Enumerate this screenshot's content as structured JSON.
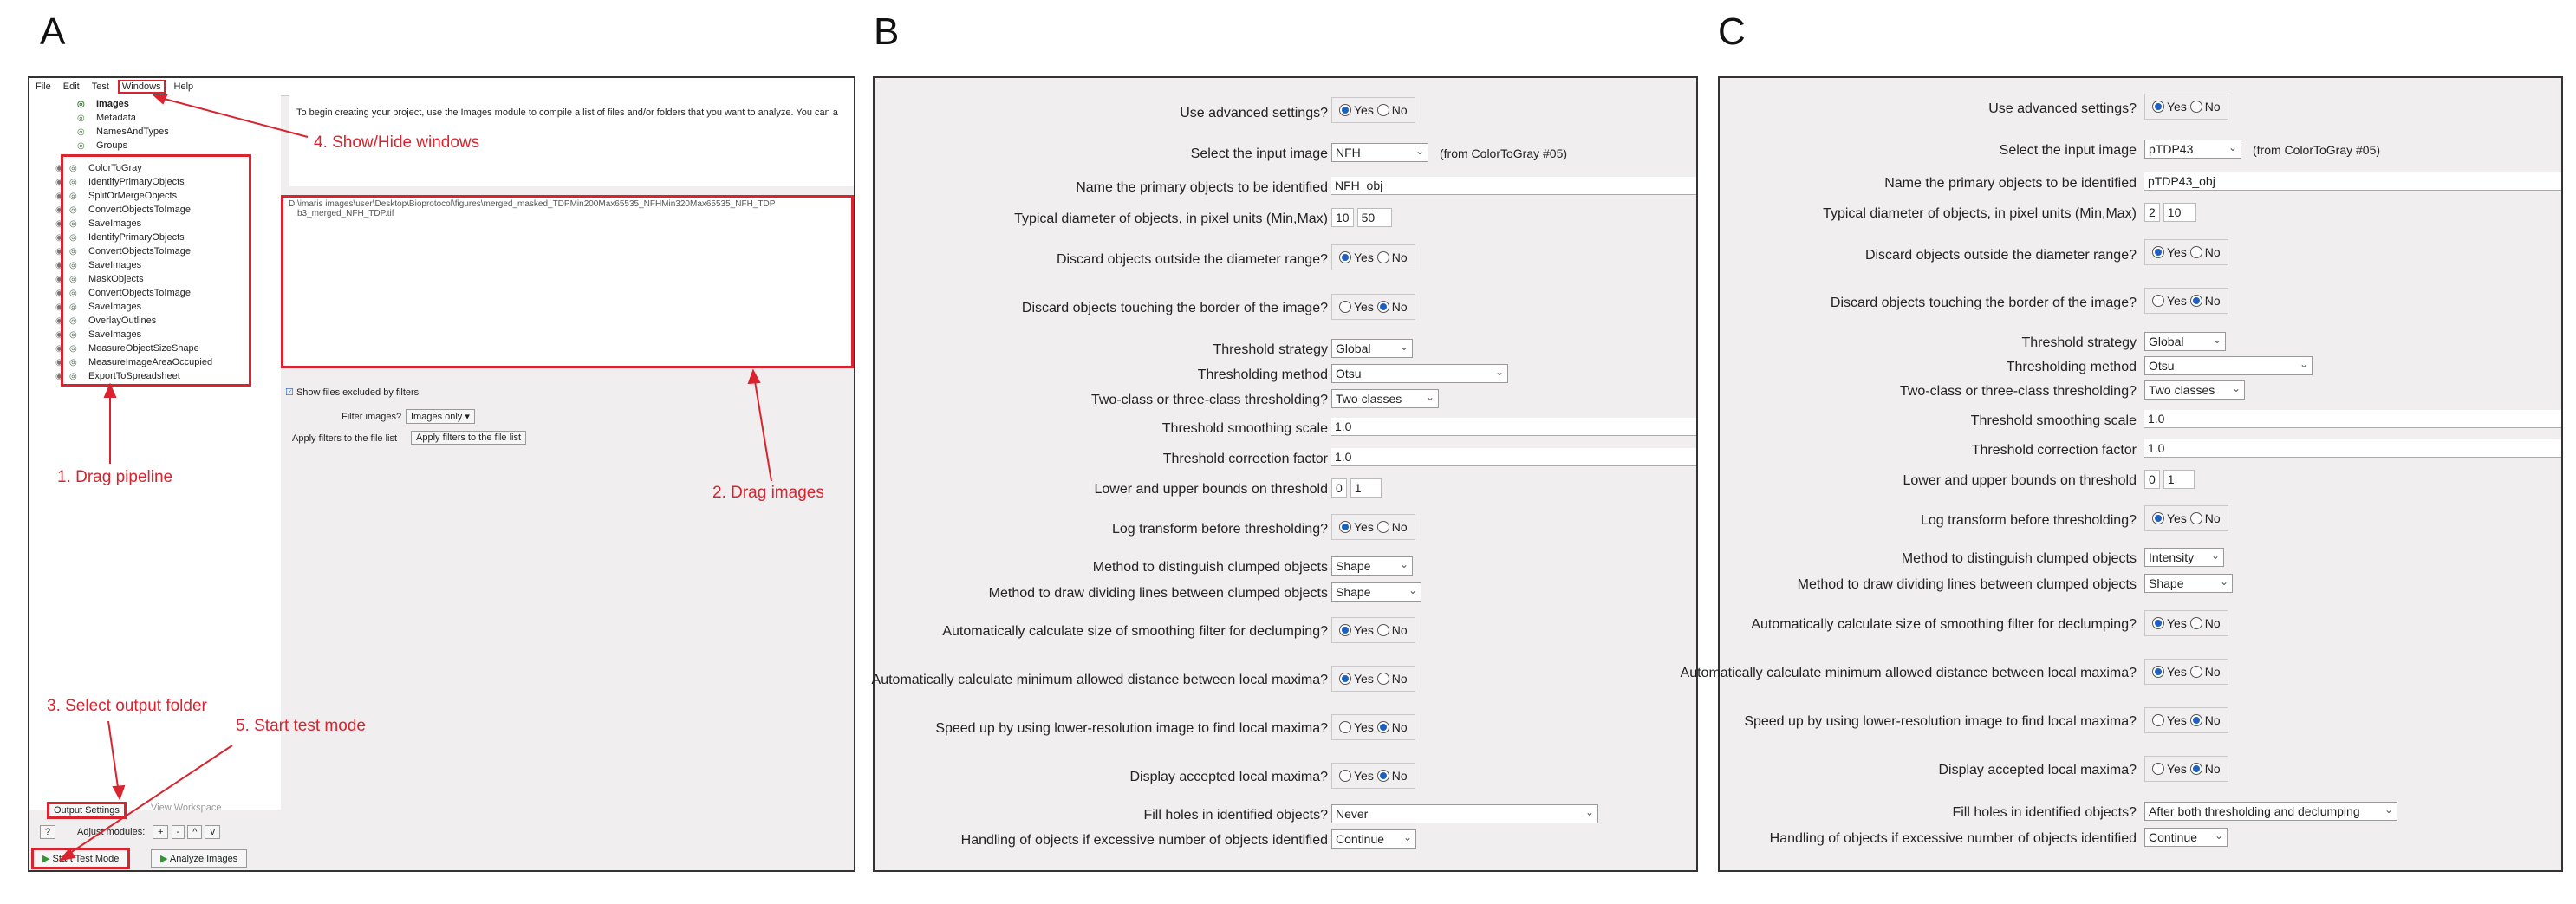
{
  "panels": {
    "a": "A",
    "b": "B",
    "c": "C"
  },
  "panelA": {
    "menu": [
      "File",
      "Edit",
      "Test",
      "Windows",
      "Help"
    ],
    "input_modules": [
      "Images",
      "Metadata",
      "NamesAndTypes",
      "Groups"
    ],
    "modules": [
      "ColorToGray",
      "IdentifyPrimaryObjects",
      "SplitOrMergeObjects",
      "ConvertObjectsToImage",
      "SaveImages",
      "IdentifyPrimaryObjects",
      "ConvertObjectsToImage",
      "SaveImages",
      "MaskObjects",
      "ConvertObjectsToImage",
      "SaveImages",
      "OverlayOutlines",
      "SaveImages",
      "MeasureObjectSizeShape",
      "MeasureImageAreaOccupied",
      "ExportToSpreadsheet"
    ],
    "instructions": "To begin creating your project, use the Images module to compile a list of files and/or folders that you want to analyze. You can a",
    "file_path": "D:\\imaris images\\user\\Desktop\\Bioprotocol\\figures\\merged_masked_TDPMin200Max65535_NFHMin320Max65535_NFH_TDP",
    "file_name": "b3_merged_NFH_TDP.tif",
    "show_excluded": "Show files excluded by filters",
    "filter_label": "Filter images?",
    "filter_value": "Images only",
    "apply_label": "Apply filters to the file list",
    "apply_button": "Apply filters to the file list",
    "output_settings": "Output Settings",
    "view_workspace": "View Workspace",
    "help_btn": "?",
    "adjust_modules": "Adjust modules:",
    "adjust_btns": [
      "+",
      "-",
      "^",
      "v"
    ],
    "start_test": "Start Test Mode",
    "analyze": "Analyze Images",
    "annotations": {
      "a1": "1. Drag pipeline",
      "a2": "2. Drag images",
      "a3": "3. Select output folder",
      "a4": "4. Show/Hide windows",
      "a5": "5. Start test mode"
    }
  },
  "labels": {
    "advanced": "Use advanced settings?",
    "input_image": "Select the input image",
    "name_obj": "Name the primary objects to be identified",
    "diameter": "Typical diameter of objects, in pixel units (Min,Max)",
    "discard_outside": "Discard objects outside the diameter range?",
    "discard_border": "Discard objects touching the border of the image?",
    "strategy": "Threshold strategy",
    "method": "Thresholding method",
    "classes": "Two-class or three-class thresholding?",
    "smoothing": "Threshold smoothing scale",
    "correction": "Threshold correction factor",
    "bounds": "Lower and upper bounds on threshold",
    "log": "Log transform before thresholding?",
    "distinguish": "Method to distinguish clumped objects",
    "dividing": "Method to draw dividing lines between clumped objects",
    "auto_size": "Automatically calculate size of smoothing filter for declumping?",
    "auto_dist": "Automatically calculate minimum allowed distance between local maxima?",
    "speed": "Speed up by using lower-resolution image to find local maxima?",
    "display": "Display accepted local maxima?",
    "fill": "Fill holes in identified objects?",
    "handling": "Handling of objects if excessive number of objects identified",
    "yes": "Yes",
    "no": "No"
  },
  "panelB": {
    "input_image": "NFH",
    "from": "(from ColorToGray #05)",
    "name": "NFH_obj",
    "dmin": "10",
    "dmax": "50",
    "strategy": "Global",
    "method": "Otsu",
    "classes": "Two classes",
    "smoothing": "1.0",
    "correction": "1.0",
    "lower": "0",
    "upper": "1",
    "distinguish": "Shape",
    "dividing": "Shape",
    "fill": "Never",
    "handling": "Continue"
  },
  "panelC": {
    "input_image": "pTDP43",
    "from": "(from ColorToGray #05)",
    "name": "pTDP43_obj",
    "dmin": "2",
    "dmax": "10",
    "strategy": "Global",
    "method": "Otsu",
    "classes": "Two classes",
    "smoothing": "1.0",
    "correction": "1.0",
    "lower": "0",
    "upper": "1",
    "distinguish": "Intensity",
    "dividing": "Shape",
    "fill": "After both thresholding and declumping",
    "handling": "Continue"
  }
}
